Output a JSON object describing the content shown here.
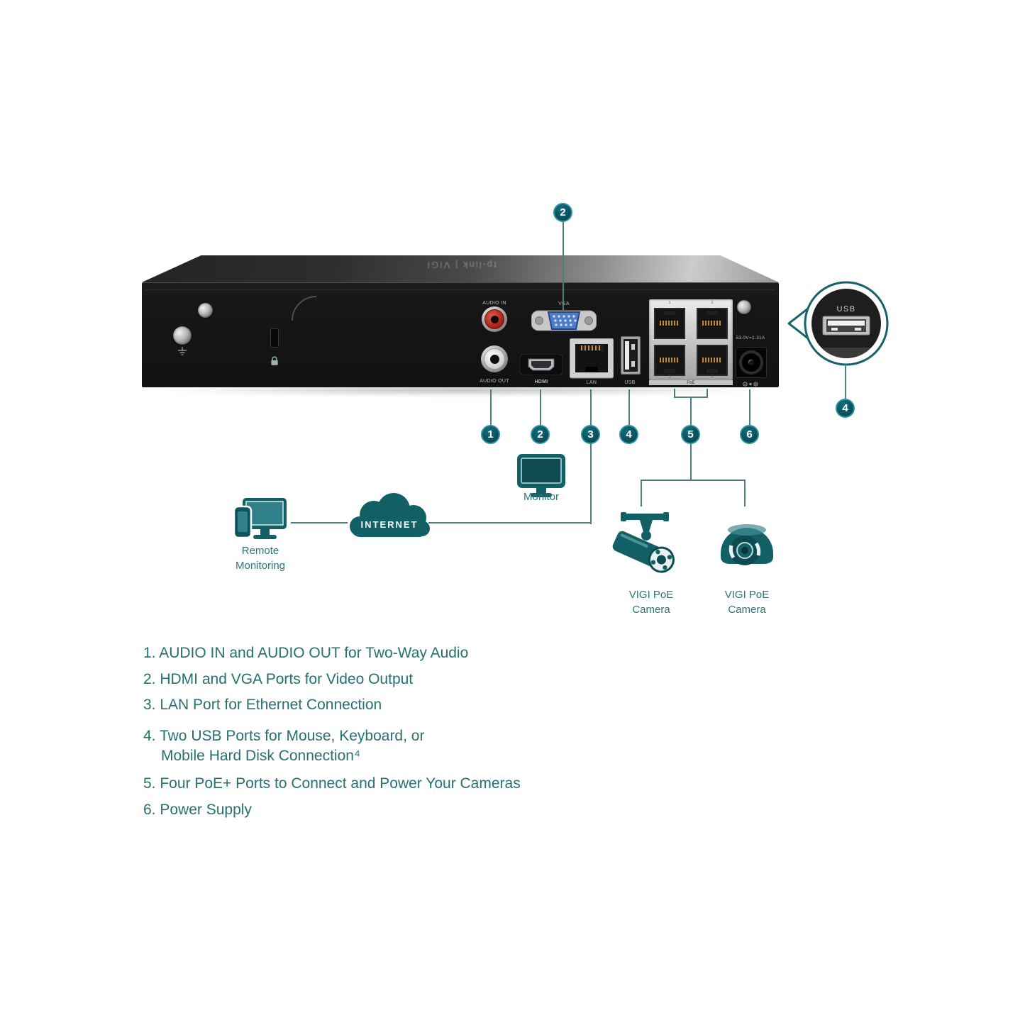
{
  "colors": {
    "accent_teal": "#0b5661",
    "ring_teal": "#2f93a0",
    "line_teal": "#4e7d82",
    "text_teal": "#277070",
    "icon_teal": "#135f66",
    "device_black": "#161616",
    "vga_blue": "#4f7ec9",
    "rca_red": "#c8342a"
  },
  "device": {
    "top_text": "tp-link | VIGI",
    "ports": {
      "audio_in_label": "AUDIO IN",
      "vga_label": "VGA",
      "audio_out_label": "AUDIO OUT",
      "hdmi_label": "HDMI",
      "lan_label": "LAN",
      "usb_label": "USB",
      "poe_label": "PoE",
      "poe_numbers": [
        "1",
        "2",
        "3",
        "4"
      ],
      "power_rating": "53.0V=1.31A"
    }
  },
  "callouts": {
    "top_vga": "2",
    "bottom": [
      "1",
      "2",
      "3",
      "4",
      "5",
      "6"
    ],
    "usb_zoom_number": "4",
    "usb_zoom_label": "USB"
  },
  "diagram": {
    "remote_monitoring_line1": "Remote",
    "remote_monitoring_line2": "Monitoring",
    "internet_label": "INTERNET",
    "monitor_label": "Monitor",
    "bullet_camera_line1": "VIGI PoE",
    "bullet_camera_line2": "Camera",
    "dome_camera_line1": "VIGI PoE",
    "dome_camera_line2": "Camera"
  },
  "legend": {
    "lines": [
      "1. AUDIO IN and AUDIO OUT for Two-Way Audio",
      "2. HDMI and VGA Ports for Video Output",
      "3. LAN Port for Ethernet Connection",
      "4. Two USB Ports for Mouse, Keyboard, or",
      "Mobile Hard Disk Connection⁴",
      "5. Four PoE+ Ports to Connect and Power Your Cameras",
      "6. Power Supply"
    ]
  }
}
